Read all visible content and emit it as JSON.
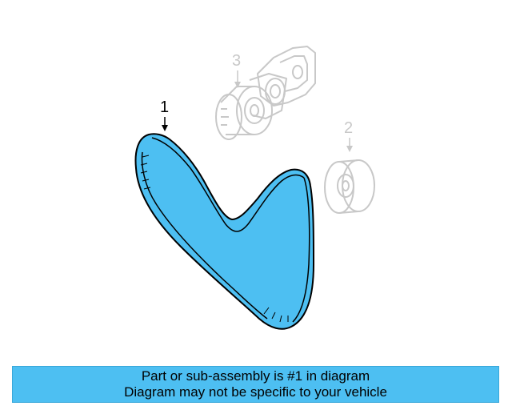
{
  "callouts": {
    "belt": "1",
    "idler_pulley": "2",
    "tensioner": "3"
  },
  "caption": {
    "line1": "Part or sub-assembly is #1 in diagram",
    "line2": "Diagram may not be specific to your vehicle"
  },
  "colors": {
    "highlight": "#4dbff2",
    "ghost_part": "#c8c8c8",
    "outline": "#000000"
  }
}
